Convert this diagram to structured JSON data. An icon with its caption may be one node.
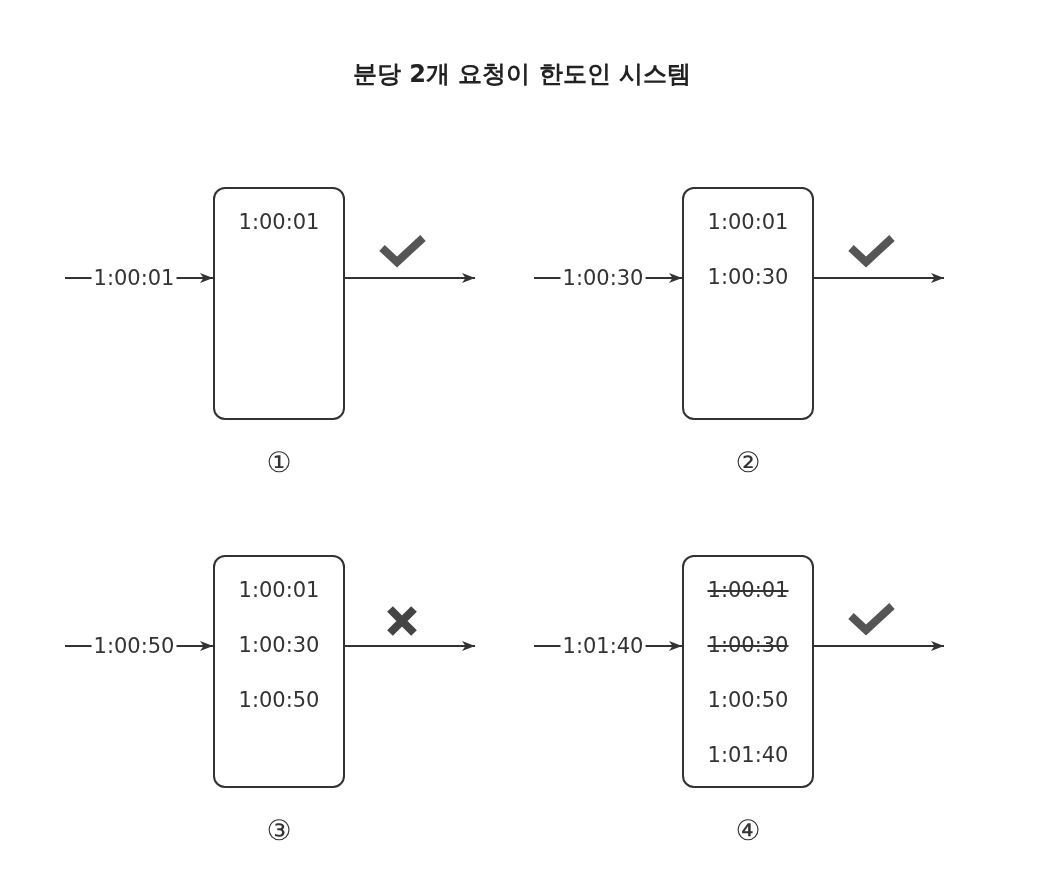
{
  "diagram": {
    "title": "분당 2개 요청이 한도인 시스템",
    "nodes": [
      {
        "text": [
          "1:00:01"
        ],
        "beside": [
          "①"
        ]
      },
      {
        "text": [
          "1:00:01",
          "1:00:30"
        ],
        "beside": [
          "②"
        ]
      },
      {
        "text": [
          "1:00:01",
          "1:00:30",
          "1:00:50"
        ],
        "beside": [
          "③"
        ]
      },
      {
        "text": [
          "1:00:01",
          "1:00:30",
          "1:00:50",
          "1:01:40"
        ],
        "beside": [
          "④"
        ]
      }
    ],
    "edges": [
      {
        "from": null,
        "to": 0,
        "arrow": "to",
        "label": "1:00:01"
      },
      {
        "from": 0,
        "to": null,
        "arrow": "to"
      },
      {
        "from": null,
        "to": 1,
        "arrow": "to",
        "label": "1:00:30"
      },
      {
        "from": 1,
        "to": null,
        "arrow": "to"
      },
      {
        "from": null,
        "to": 2,
        "arrow": "to",
        "label": "1:00:50"
      },
      {
        "from": 2,
        "to": null,
        "arrow": "to"
      },
      {
        "from": null,
        "to": 3,
        "arrow": "to",
        "label": "1:01:40"
      },
      {
        "from": 3,
        "to": null,
        "arrow": "to"
      }
    ]
  }
}
